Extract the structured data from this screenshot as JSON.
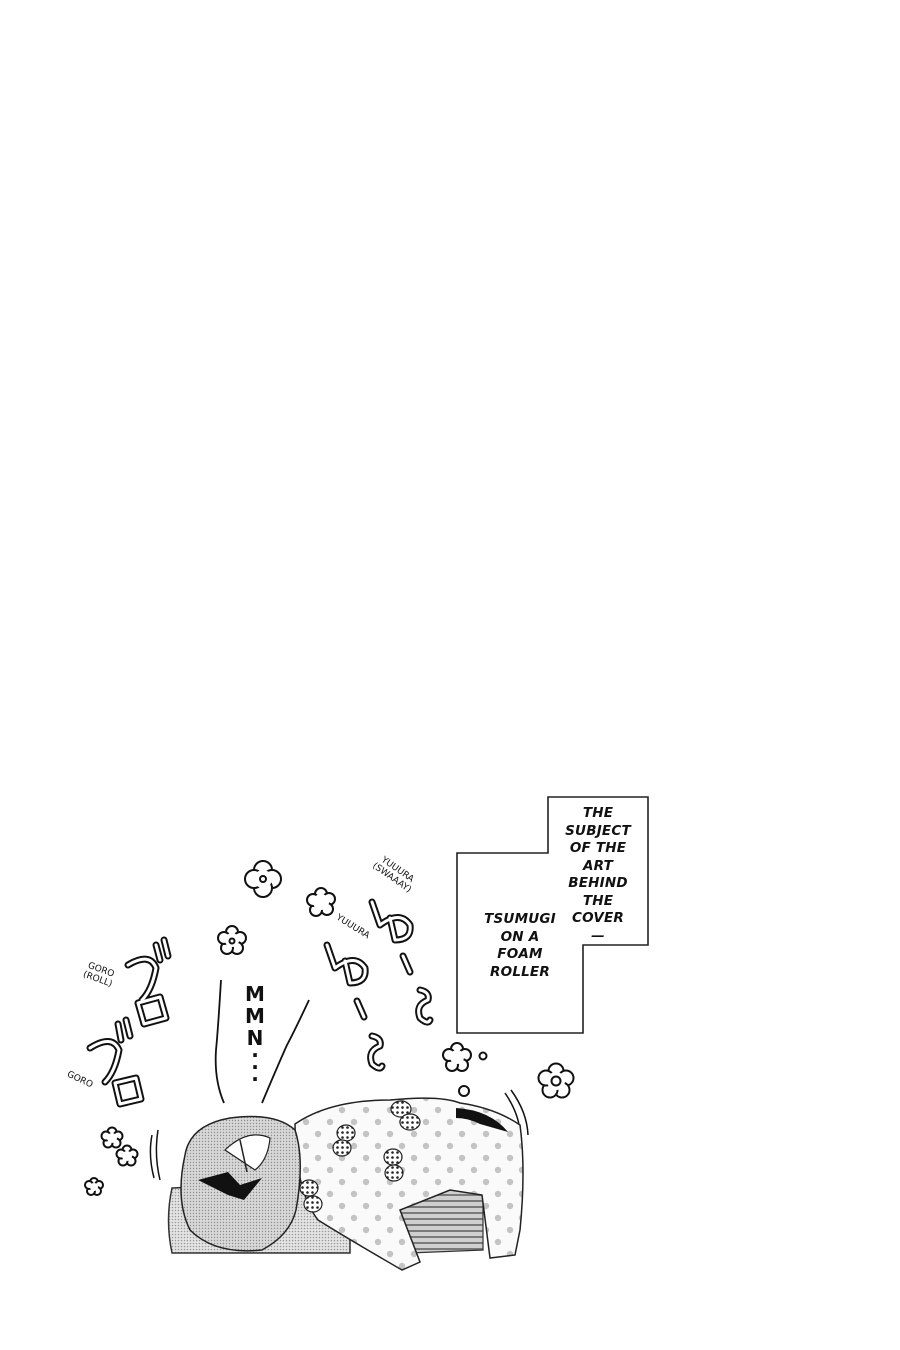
{
  "page": {
    "background": "#ffffff",
    "ink": "#111111",
    "screentone": "#bdbdbd"
  },
  "caption_box": {
    "upper": {
      "lines": [
        "THE",
        "SUBJECT",
        "OF THE",
        "ART",
        "BEHIND",
        "THE",
        "COVER",
        "—"
      ]
    },
    "lower": {
      "lines": [
        "TSUMUGI",
        "ON A",
        "FOAM",
        "ROLLER"
      ]
    }
  },
  "sound_effects": {
    "yuuura_top": {
      "lines": [
        "YUUURA",
        "(SWAAAY)"
      ]
    },
    "yuuura_bottom": {
      "lines": [
        "YUUURA"
      ]
    },
    "goro_top": {
      "lines": [
        "GORO",
        "(ROLL)"
      ]
    },
    "goro_bottom": {
      "lines": [
        "GORO"
      ]
    },
    "mmn": {
      "lines": [
        "M",
        "M",
        "N",
        "·",
        "·",
        "·"
      ]
    }
  },
  "illustration": {
    "subject": "girl lying face-down on a foam roller",
    "decorations": [
      "flower-icon",
      "flower-icon",
      "flower-icon",
      "flower-icon",
      "flower-icon",
      "flower-icon",
      "flower-icon",
      "flower-icon",
      "flower-icon"
    ]
  }
}
